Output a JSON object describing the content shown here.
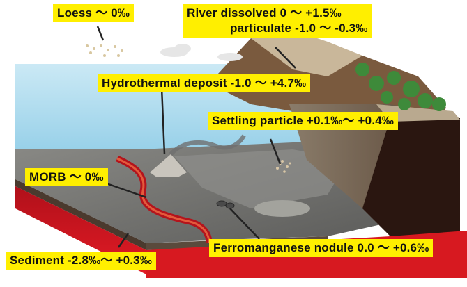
{
  "labels": {
    "loess": "Loess ～ 0‰",
    "river_line1": "River  dissolved 0 ～ +1.5‰",
    "river_line2": "particulate -1.0 ～ -0.3‰",
    "hydrothermal": "Hydrothermal deposit -1.0 ～ +4.7‰",
    "settling": "Settling particle +0.1‰～ +0.4‰",
    "morb": "MORB  ～ 0‰",
    "sediment": "Sediment -2.8‰～ +0.3‰",
    "ferromanganese": "Ferromanganese nodule 0.0 ～ +0.6‰"
  },
  "colors": {
    "label_bg": "#ffef00",
    "ocean_top": "#bfe3f2",
    "ocean_bottom": "#7fc4e3",
    "seafloor": "#6b6b6b",
    "sediment_layer": "#4a3a2e",
    "mantle": "#c8101c",
    "land": "#3a2418"
  }
}
